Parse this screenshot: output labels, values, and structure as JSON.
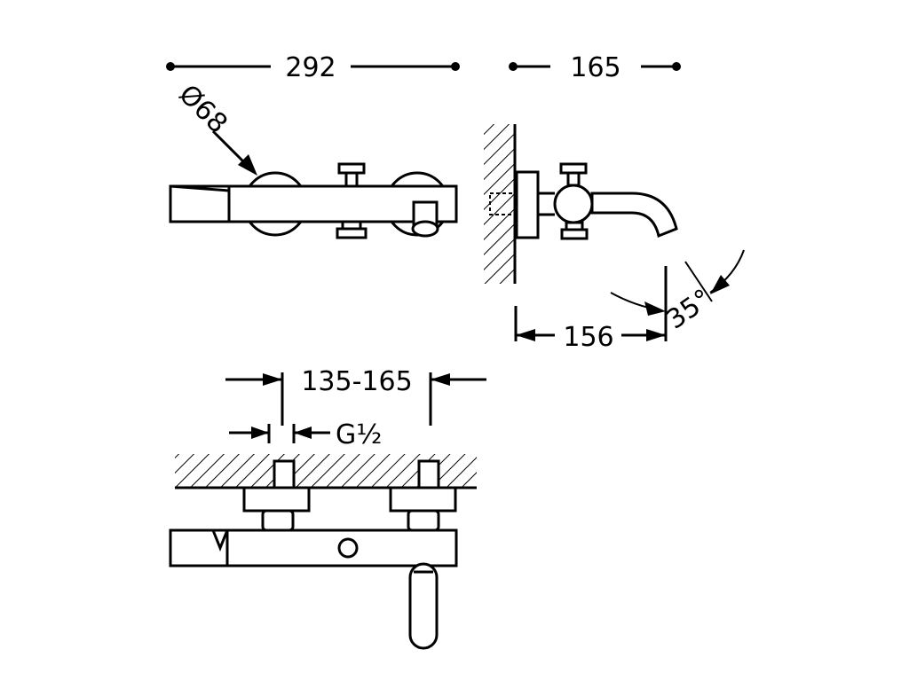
{
  "diagram": {
    "dimensions": {
      "width_front": "292",
      "depth_side": "165",
      "diameter": "Ø68",
      "spout_reach": "156",
      "spout_angle": "35°",
      "centres": "135-165",
      "thread": "G½"
    },
    "colors": {
      "ink": "#000000",
      "paper": "#ffffff"
    }
  }
}
